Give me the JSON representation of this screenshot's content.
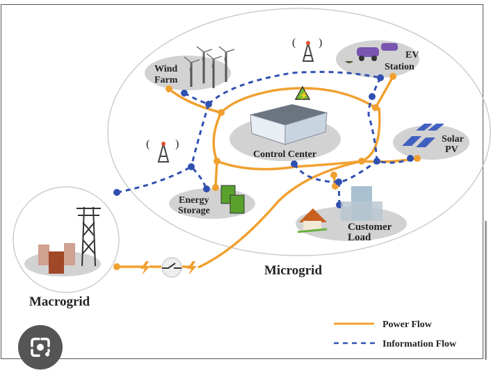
{
  "diagram": {
    "microgrid_label": "Microgrid",
    "macrogrid_label": "Macrogrid",
    "nodes": {
      "wind_farm": [
        "Wind",
        "Farm"
      ],
      "ev_station": [
        "EV",
        "Station"
      ],
      "control_center": "Control Center",
      "solar_pv": [
        "Solar",
        "PV"
      ],
      "energy_storage": [
        "Energy",
        "Storage"
      ],
      "customer_load": [
        "Customer",
        "Load"
      ]
    },
    "legend": {
      "power_flow": "Power Flow",
      "information_flow": "Information Flow"
    },
    "colors": {
      "power": "#f0a030",
      "info": "#3050b0",
      "node_bg": "#d0d0d0",
      "battery": "#5aa02c"
    }
  },
  "overlay": {
    "lens_icon": "google-lens-icon"
  }
}
